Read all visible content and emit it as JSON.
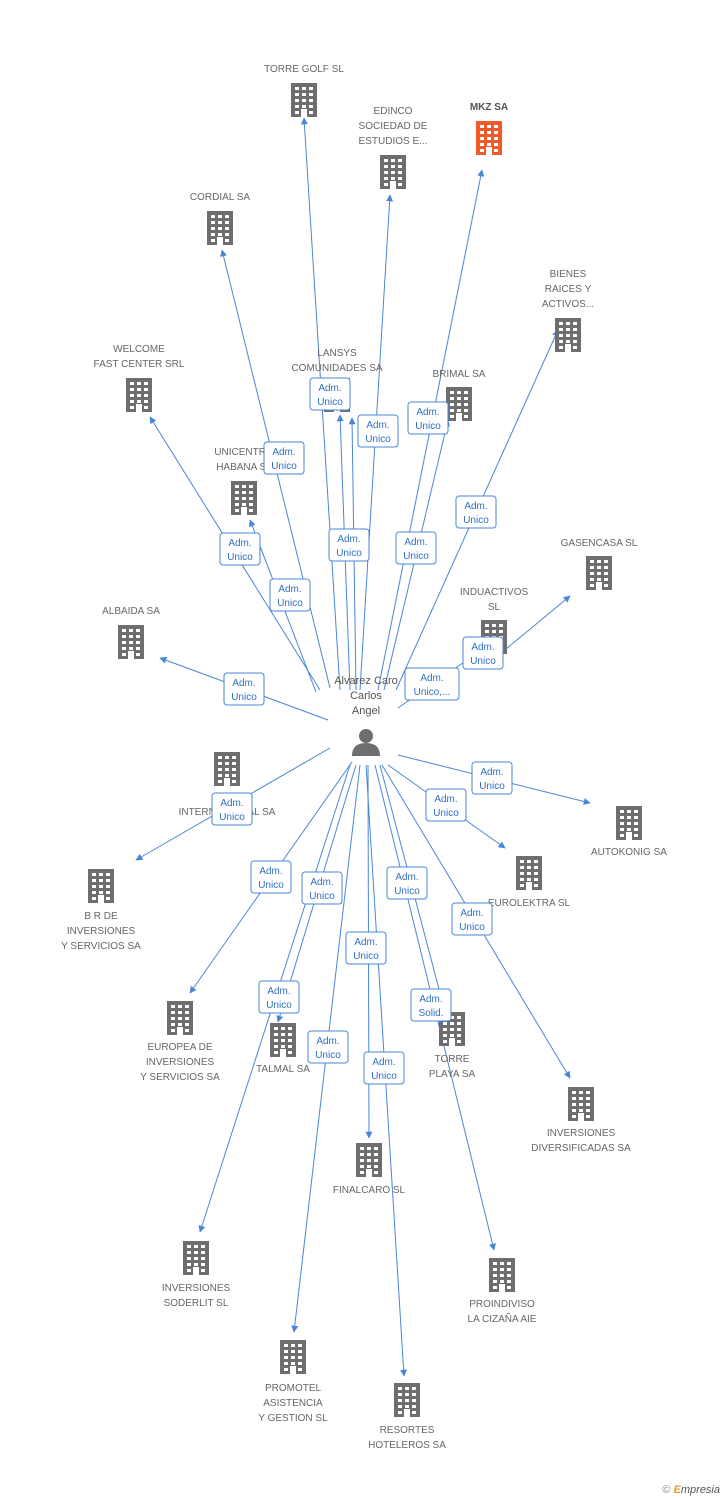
{
  "colors": {
    "edge": "#4a86d8",
    "building": "#6e6e6e",
    "highlight": "#f05a28",
    "person": "#6e6e6e"
  },
  "center": {
    "label": [
      "Alvarez Caro",
      "Carlos",
      "Angel"
    ]
  },
  "nodes": [
    {
      "id": "torre-golf",
      "label": [
        "TORRE GOLF SL"
      ],
      "hl": false
    },
    {
      "id": "edinco",
      "label": [
        "EDINCO",
        "SOCIEDAD DE",
        "ESTUDIOS E..."
      ],
      "hl": false
    },
    {
      "id": "mkz",
      "label": [
        "MKZ SA"
      ],
      "hl": true
    },
    {
      "id": "cordial",
      "label": [
        "CORDIAL SA"
      ],
      "hl": false
    },
    {
      "id": "bienes",
      "label": [
        "BIENES",
        "RAICES Y",
        "ACTIVOS..."
      ],
      "hl": false
    },
    {
      "id": "welcome",
      "label": [
        "WELCOME",
        "FAST CENTER SRL"
      ],
      "hl": false
    },
    {
      "id": "lansys",
      "label": [
        "LANSYS",
        "COMUNIDADES SA"
      ],
      "hl": false
    },
    {
      "id": "brimal",
      "label": [
        "BRIMAL SA"
      ],
      "hl": false
    },
    {
      "id": "unicentro",
      "label": [
        "UNICENTRO",
        "HABANA SL"
      ],
      "hl": false
    },
    {
      "id": "gasencasa",
      "label": [
        "GASENCASA SL"
      ],
      "hl": false
    },
    {
      "id": "induactivos",
      "label": [
        "INDUACTIVOS",
        "SL"
      ],
      "hl": false
    },
    {
      "id": "albaida",
      "label": [
        "ALBAIDA SA"
      ],
      "hl": false
    },
    {
      "id": "internacional",
      "label": [
        "A",
        "INTERNACIONAL SA"
      ],
      "hl": false
    },
    {
      "id": "autokonig",
      "label": [
        "AUTOKONIG SA"
      ],
      "hl": false
    },
    {
      "id": "eurolektra",
      "label": [
        "EUROLEKTRA SL"
      ],
      "hl": false
    },
    {
      "id": "br",
      "label": [
        "B R DE",
        "INVERSIONES",
        "Y SERVICIOS SA"
      ],
      "hl": false
    },
    {
      "id": "europea",
      "label": [
        "EUROPEA DE",
        "INVERSIONES",
        "Y SERVICIOS SA"
      ],
      "hl": false
    },
    {
      "id": "talmal",
      "label": [
        "TALMAL SA"
      ],
      "hl": false
    },
    {
      "id": "torre-playa",
      "label": [
        "TORRE",
        "PLAYA SA"
      ],
      "hl": false
    },
    {
      "id": "inv-diversificadas",
      "label": [
        "INVERSIONES",
        "DIVERSIFICADAS SA"
      ],
      "hl": false
    },
    {
      "id": "finalcaro",
      "label": [
        "FINALCARO SL"
      ],
      "hl": false
    },
    {
      "id": "soderlit",
      "label": [
        "INVERSIONES",
        "SODERLIT SL"
      ],
      "hl": false
    },
    {
      "id": "proindiviso",
      "label": [
        "PROINDIVISO",
        "LA CIZAÑA AIE"
      ],
      "hl": false
    },
    {
      "id": "promotel",
      "label": [
        "PROMOTEL",
        "ASISTENCIA",
        "Y GESTION SL"
      ],
      "hl": false
    },
    {
      "id": "resortes",
      "label": [
        "RESORTES",
        "HOTELEROS SA"
      ],
      "hl": false
    }
  ],
  "edges": [
    {
      "to": "torre-golf",
      "label": [
        "Adm.",
        "Unico"
      ]
    },
    {
      "to": "edinco",
      "label": [
        "Adm.",
        "Unico"
      ]
    },
    {
      "to": "mkz",
      "label": [
        "Adm.",
        "Unico"
      ]
    },
    {
      "to": "cordial",
      "label": [
        "Adm.",
        "Unico"
      ]
    },
    {
      "to": "bienes",
      "label": [
        "Adm.",
        "Unico"
      ]
    },
    {
      "to": "welcome",
      "label": [
        "Adm.",
        "Unico"
      ]
    },
    {
      "to": "lansys",
      "label": [
        "Adm.",
        "Unico"
      ]
    },
    {
      "to": "lansys",
      "label": [
        "Adm.",
        "Unico"
      ]
    },
    {
      "to": "brimal",
      "label": [
        "Adm.",
        "Unico"
      ]
    },
    {
      "to": "unicentro",
      "label": [
        "Adm.",
        "Unico"
      ]
    },
    {
      "to": "gasencasa",
      "label": [
        "Adm.",
        "Unico"
      ]
    },
    {
      "to": "induactivos",
      "label": [
        "Adm.",
        "Unico,..."
      ]
    },
    {
      "to": "albaida",
      "label": [
        "Adm.",
        "Unico"
      ]
    },
    {
      "to": "internacional",
      "label": [
        "Adm.",
        "Unico"
      ]
    },
    {
      "to": "autokonig",
      "label": [
        "Adm.",
        "Unico"
      ]
    },
    {
      "to": "eurolektra",
      "label": [
        "Adm.",
        "Unico"
      ]
    },
    {
      "to": "br",
      "label": [
        "Adm.",
        "Unico"
      ]
    },
    {
      "to": "europea",
      "label": [
        "Adm.",
        "Unico"
      ]
    },
    {
      "to": "talmal",
      "label": [
        "Adm.",
        "Unico"
      ]
    },
    {
      "to": "torre-playa",
      "label": [
        "Adm.",
        "Unico"
      ]
    },
    {
      "to": "inv-diversificadas",
      "label": [
        "Adm.",
        "Unico"
      ]
    },
    {
      "to": "finalcaro",
      "label": [
        "Adm.",
        "Unico"
      ]
    },
    {
      "to": "soderlit",
      "label": [
        "Adm.",
        "Solid."
      ]
    },
    {
      "to": "proindiviso",
      "label": [
        "Adm.",
        "Unico"
      ]
    },
    {
      "to": "promotel",
      "label": [
        "Adm.",
        "Unico"
      ]
    },
    {
      "to": "resortes",
      "label": [
        "Adm.",
        "Unico"
      ]
    }
  ],
  "footer": {
    "copyright": "©",
    "brand_first": "E",
    "brand_rest": "mpresia"
  }
}
